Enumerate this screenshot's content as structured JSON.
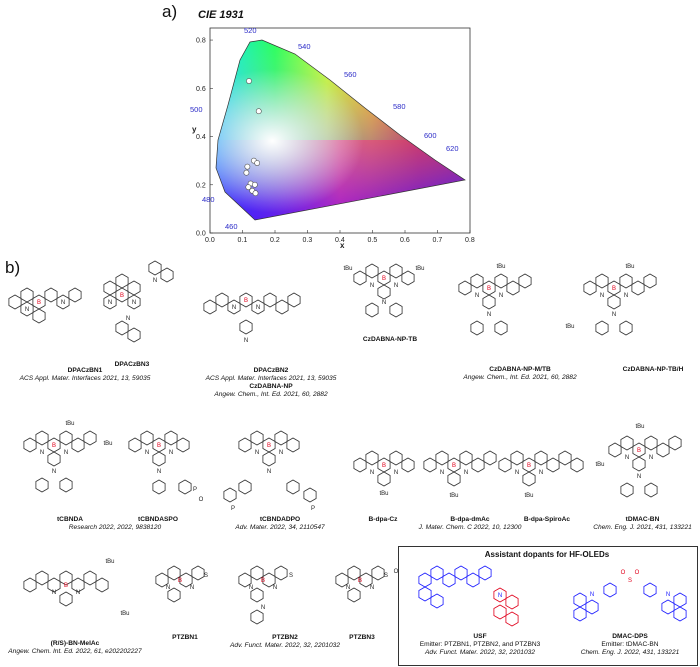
{
  "panel_a": {
    "label": "a)",
    "title": "CIE 1931",
    "xlabel": "x",
    "ylabel": "y",
    "x_ticks": [
      "0.0",
      "0.1",
      "0.2",
      "0.3",
      "0.4",
      "0.5",
      "0.6",
      "0.7",
      "0.8"
    ],
    "y_ticks": [
      "0.0",
      "0.2",
      "0.4",
      "0.6",
      "0.8"
    ],
    "wavelengths": [
      "520",
      "540",
      "560",
      "580",
      "600",
      "620",
      "500",
      "480",
      "460"
    ]
  },
  "chart_data": {
    "type": "scatter",
    "title": "CIE 1931",
    "xlabel": "x",
    "ylabel": "y",
    "xlim": [
      0,
      0.8
    ],
    "ylim": [
      0,
      0.85
    ],
    "points": [
      {
        "x": 0.12,
        "y": 0.63
      },
      {
        "x": 0.15,
        "y": 0.505
      },
      {
        "x": 0.135,
        "y": 0.3
      },
      {
        "x": 0.145,
        "y": 0.29
      },
      {
        "x": 0.115,
        "y": 0.275
      },
      {
        "x": 0.112,
        "y": 0.25
      },
      {
        "x": 0.125,
        "y": 0.205
      },
      {
        "x": 0.138,
        "y": 0.2
      },
      {
        "x": 0.118,
        "y": 0.19
      },
      {
        "x": 0.13,
        "y": 0.175
      },
      {
        "x": 0.14,
        "y": 0.165
      }
    ]
  },
  "panel_b": {
    "label": "b)",
    "row1": [
      {
        "name": "DPACzBN1",
        "ref": "ACS Appl. Mater. Interfaces 2021, 13, 59035"
      },
      {
        "name": "DPACzBN3",
        "ref": ""
      },
      {
        "name": "DPACzBN2",
        "ref": "ACS Appl. Mater. Interfaces 2021, 13, 59035"
      },
      {
        "name": "CzDABNA-NP-TB",
        "ref": ""
      },
      {
        "name": "CzDABNA-NP-M/TB",
        "ref": "Angew. Chem., Int. Ed. 2021, 60, 2882"
      },
      {
        "name": "CzDABNA-NP-TB/H",
        "ref": ""
      }
    ],
    "row1_extra": {
      "name": "CzDABNA-NP",
      "ref": "Angew. Chem., Int. Ed. 2021, 60, 2882"
    },
    "row2": [
      {
        "name": "tCBNDA",
        "ref": "Research 2022, 2022, 9838120"
      },
      {
        "name": "tCBNDASPO",
        "ref": ""
      },
      {
        "name": "tCBNDADPO",
        "ref": "Adv. Mater. 2022, 34, 2110547"
      },
      {
        "name": "B-dpa-Cz",
        "ref": ""
      },
      {
        "name": "B-dpa-dmAc",
        "ref": "J. Mater. Chem. C 2022, 10, 12300"
      },
      {
        "name": "B-dpa-SpiroAc",
        "ref": ""
      },
      {
        "name": "tDMAC-BN",
        "ref": "Chem. Eng. J. 2021, 431, 133221"
      }
    ],
    "row3": [
      {
        "name": "(R/S)-BN-MeIAc",
        "ref": "Angew. Chem. Int. Ed. 2022, 61, e202202227"
      },
      {
        "name": "PTZBN1",
        "ref": ""
      },
      {
        "name": "PTZBN2",
        "ref": "Adv. Funct. Mater. 2022, 32, 2201032"
      },
      {
        "name": "PTZBN3",
        "ref": ""
      }
    ],
    "assistant_box": {
      "title": "Assistant dopants for HF-OLEDs",
      "usf": {
        "name": "USF",
        "line1": "Emitter: PTZBN1, PTZBN2, and PTZBN3",
        "line2": "Adv. Funct. Mater. 2022, 32, 2201032"
      },
      "dmac": {
        "name": "DMAC-DPS",
        "line1": "Emitter: tDMAC-BN",
        "line2": "Chem. Eng. J. 2022, 431, 133221"
      }
    }
  },
  "atom_labels": {
    "B": "B",
    "N": "N",
    "S": "S",
    "O": "O",
    "P": "P",
    "tBu": "tBu"
  }
}
